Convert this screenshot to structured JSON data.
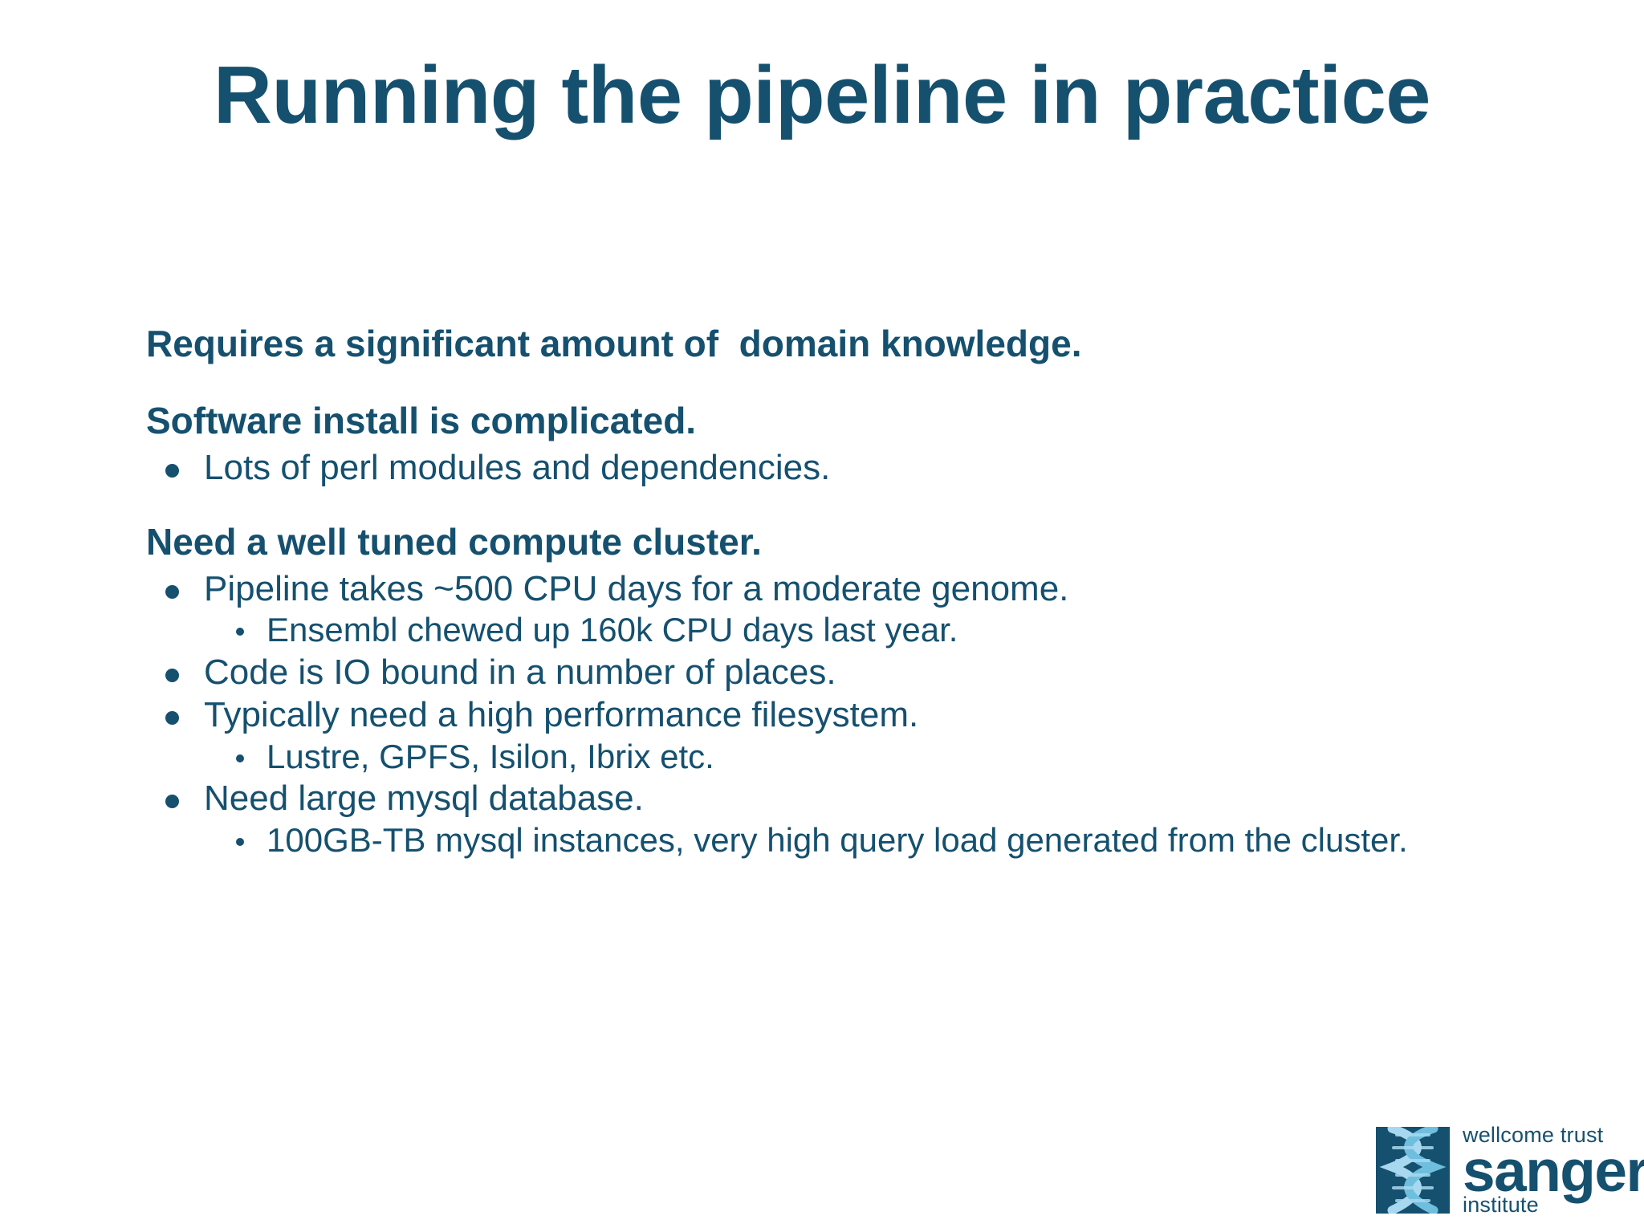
{
  "slide": {
    "title": "Running the pipeline in practice",
    "background_color": "#ffffff",
    "text_color": "#15506f"
  },
  "groups": [
    {
      "heading": "Requires a significant amount of  domain knowledge.",
      "bullets": []
    },
    {
      "heading": "Software install is complicated.",
      "bullets": [
        {
          "text": "Lots of perl modules and dependencies.",
          "sub": []
        }
      ]
    },
    {
      "heading": "Need a well tuned compute cluster.",
      "bullets": [
        {
          "text": "Pipeline takes ~500 CPU days for a moderate genome.",
          "sub": [
            "Ensembl chewed up 160k CPU days last year."
          ]
        },
        {
          "text": "Code is IO bound in a number of places.",
          "sub": []
        },
        {
          "text": "Typically need a high performance filesystem.",
          "sub": [
            "Lustre, GPFS, Isilon, Ibrix etc."
          ]
        },
        {
          "text": "Need large mysql database.",
          "sub": [
            "100GB-TB mysql instances, very high query load generated from the cluster."
          ]
        }
      ]
    }
  ],
  "logo": {
    "line1": "wellcome trust",
    "line2": "sanger",
    "line3": "institute",
    "mark_background": "#15506f",
    "helix_color_light": "#a8d8ef",
    "helix_color_mid": "#6fbede"
  }
}
